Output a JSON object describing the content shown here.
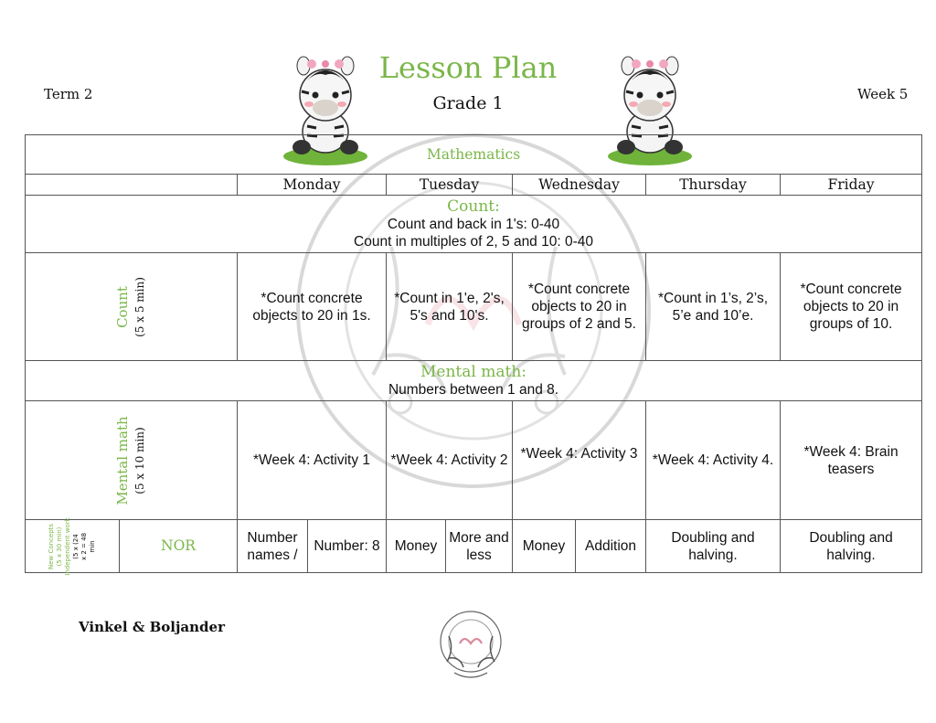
{
  "header": {
    "title": "Lesson Plan",
    "grade": "Grade 1",
    "term": "Term 2",
    "week": "Week 5"
  },
  "plan": {
    "subject": "Mathematics",
    "days": [
      "Monday",
      "Tuesday",
      "Wednesday",
      "Thursday",
      "Friday"
    ],
    "count": {
      "heading": "Count:",
      "line1": "Count and back in 1's: 0-40",
      "line2": "Count in multiples of 2, 5 and 10: 0-40",
      "side_label": "Count",
      "side_sub": "(5 x 5 min)",
      "cells": [
        "*Count concrete objects to 20 in 1s.",
        "*Count in 1'e, 2's, 5's and 10's.",
        "*Count concrete objects to 20 in groups of 2 and 5.",
        "*Count in 1’s, 2’s, 5’e and 10’e.",
        "*Count concrete objects to 20 in groups of 10."
      ]
    },
    "mental": {
      "heading": "Mental math:",
      "line1": "Numbers between 1 and 8.",
      "side_label": "Mental math",
      "side_sub": "(5 x 10 min)",
      "cells": [
        "*Week 4: Activity 1",
        "*Week 4: Activity 2",
        "*Week 4: Activity 3",
        "*Week 4: Activity 4.",
        "*Week 4: Brain teasers"
      ]
    },
    "nor": {
      "side_line1": "New Concepts",
      "side_line2": "(5 x 30 min)",
      "side_line3": "Independent work",
      "side_line4": "(5 x (24",
      "side_line5": "x 2 = 48",
      "side_line6": "min",
      "label": "NOR",
      "cells": [
        "Number names /",
        "Number: 8",
        "Money",
        "More and less",
        "Money",
        "Addition",
        "Doubling and halving.",
        "Doubling and halving."
      ]
    }
  },
  "footer": {
    "authors": "Vinkel & Boljander"
  },
  "colors": {
    "accent": "#7ab648",
    "border": "#555555"
  }
}
